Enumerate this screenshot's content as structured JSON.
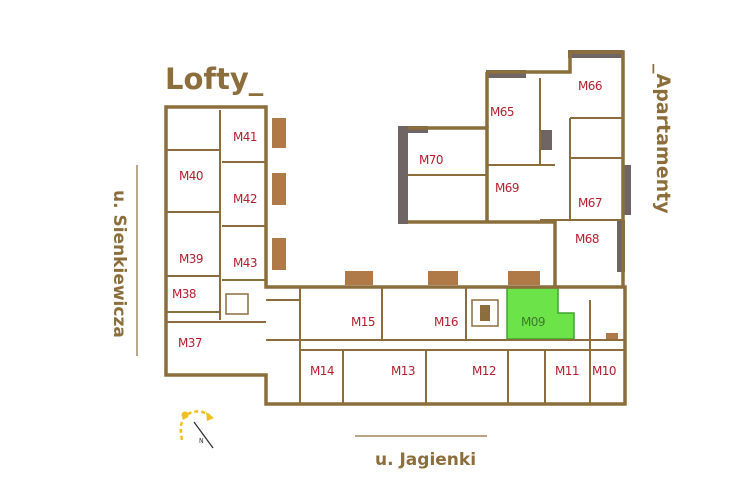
{
  "titles": {
    "lofts": "Lofty_",
    "apartments": "_Apartamenty"
  },
  "streets": {
    "west": "u. Sienkiewicza",
    "south": "u. Jagienki"
  },
  "compass": {
    "label": "N"
  },
  "selected_unit": "M09",
  "colors": {
    "wall": "#8c6e3c",
    "label": "#b5202e",
    "selected": "#6de34a",
    "balcony": "#b07a48",
    "gray_wall": "#6f6565"
  },
  "units": {
    "M41": "M41",
    "M40": "M40",
    "M42": "M42",
    "M39": "M39",
    "M43": "M43",
    "M38": "M38",
    "M37": "M37",
    "M15": "M15",
    "M16": "M16",
    "M09": "M09",
    "M14": "M14",
    "M13": "M13",
    "M12": "M12",
    "M11": "M11",
    "M10": "M10",
    "M70": "M70",
    "M65": "M65",
    "M66": "M66",
    "M69": "M69",
    "M67": "M67",
    "M68": "M68"
  }
}
